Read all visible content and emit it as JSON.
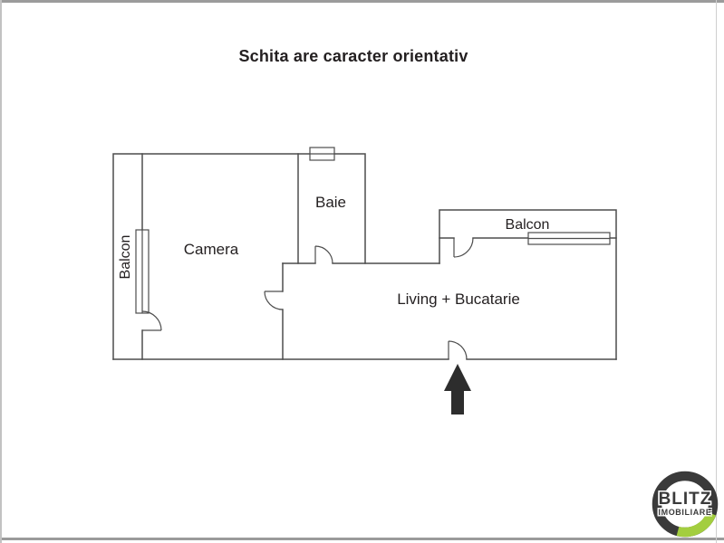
{
  "title": "Schita are caracter orientativ",
  "floor_plan": {
    "rooms": {
      "balcon_left": "Balcon",
      "camera": "Camera",
      "baie": "Baie",
      "balcon_right": "Balcon",
      "living": "Living + Bucatarie"
    },
    "entrance_marker": "up-arrow"
  },
  "logo": {
    "brand": "BLITZ",
    "subtitle": "IMOBILIARE"
  },
  "colors": {
    "wall": "#4d4d4d",
    "text": "#231f20",
    "arrow": "#2d2d2d",
    "logo_dark": "#3a3a3a",
    "logo_green": "#a3ce3f"
  }
}
